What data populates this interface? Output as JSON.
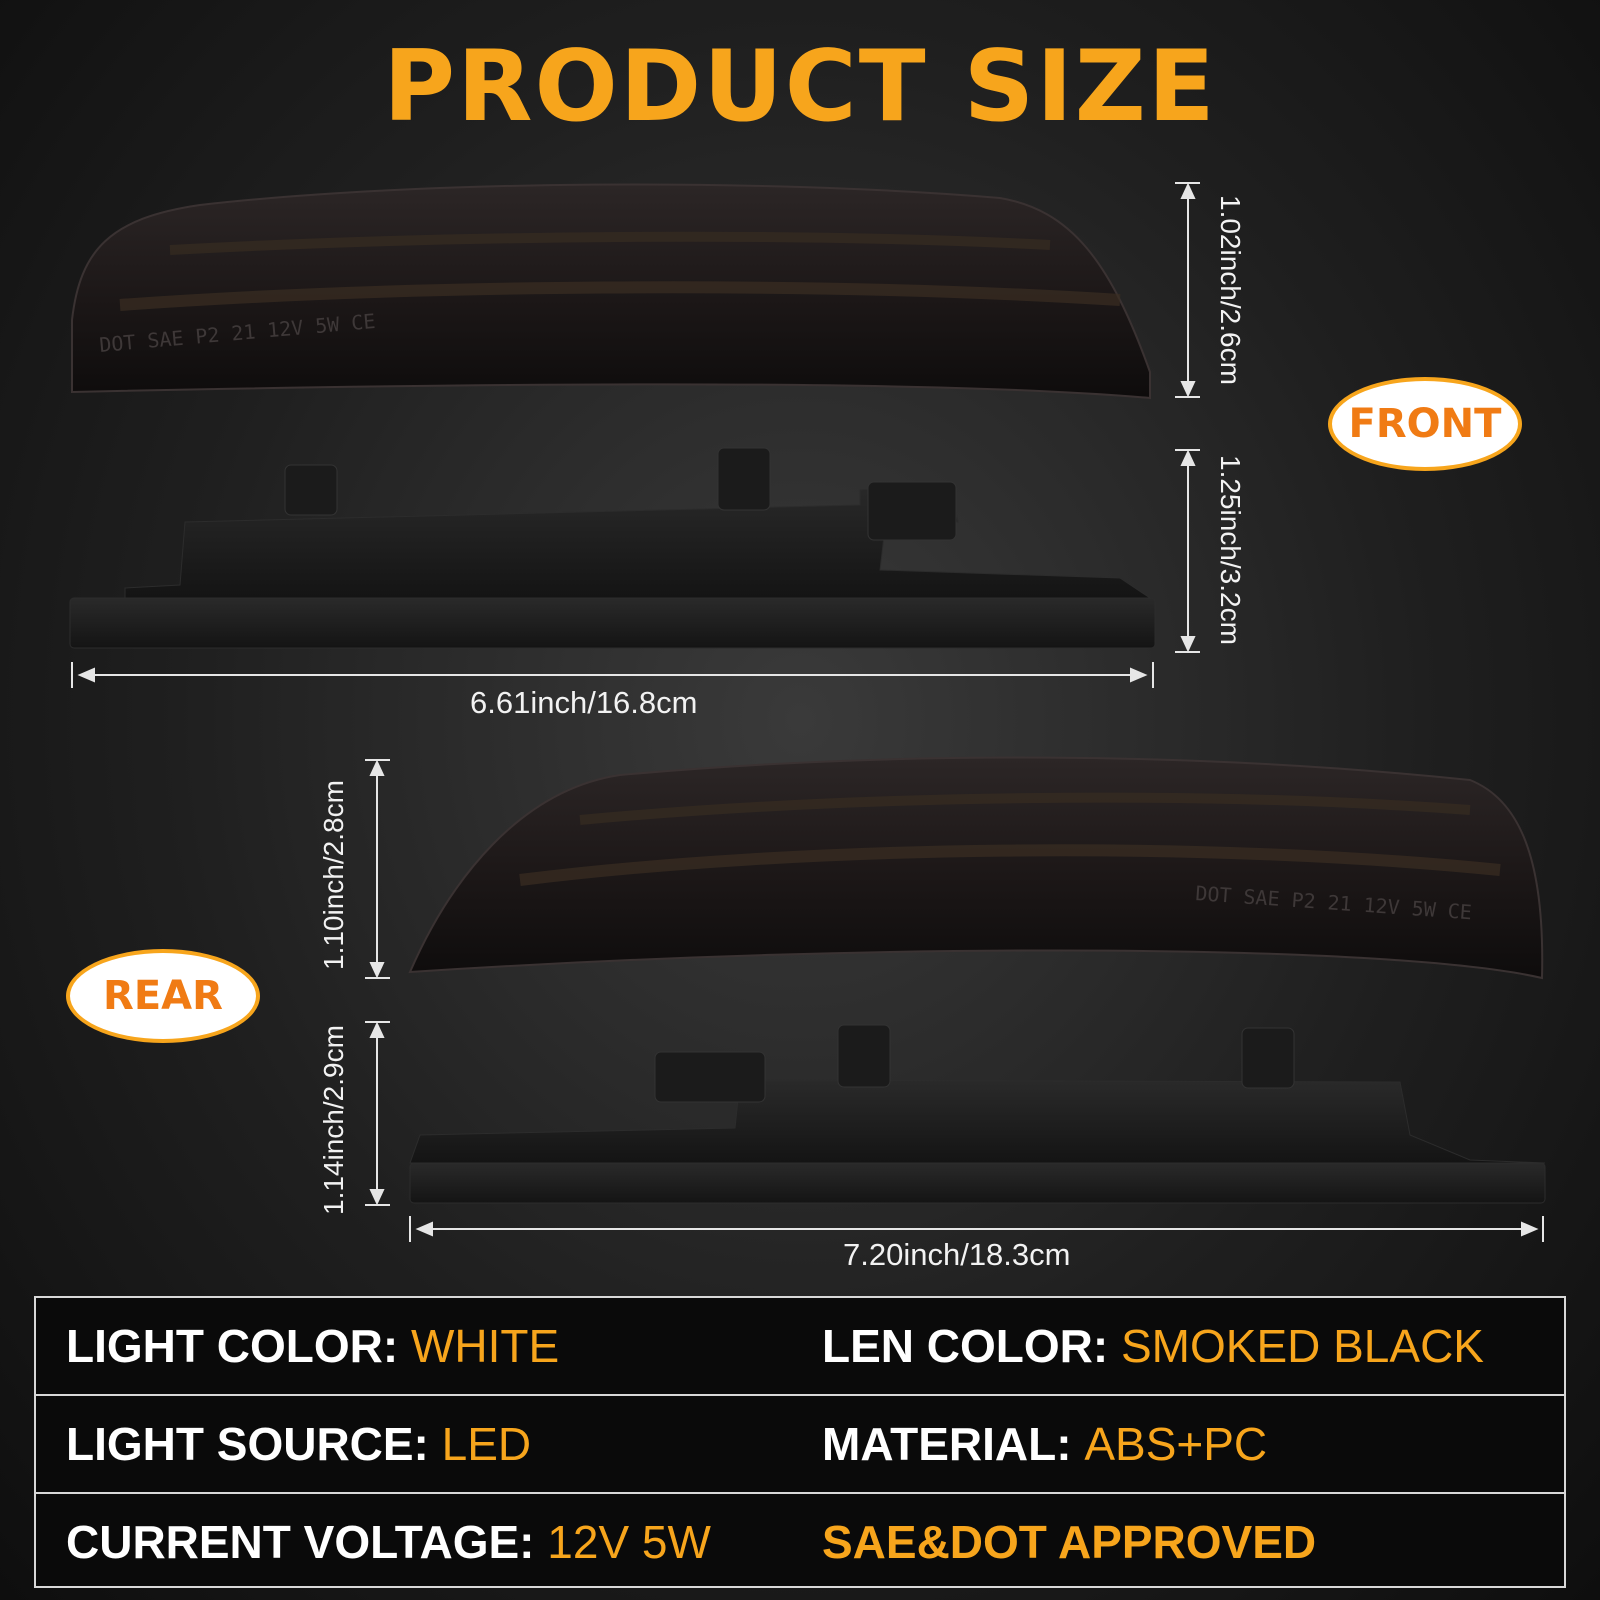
{
  "title": "PRODUCT SIZE",
  "badges": {
    "front": "FRONT",
    "rear": "REAR"
  },
  "front": {
    "lens_height": "1.02inch/2.6cm",
    "housing_height": "1.25inch/3.2cm",
    "length": "6.61inch/16.8cm",
    "lens_marking": "DOT SAE P2 21 12V 5W CE"
  },
  "rear": {
    "lens_height": "1.10inch/2.8cm",
    "housing_height": "1.14inch/2.9cm",
    "length": "7.20inch/18.3cm",
    "lens_marking": "DOT SAE P2 21 12V 5W CE"
  },
  "specs": {
    "light_color_label": "LIGHT COLOR:",
    "light_color_value": "WHITE",
    "len_color_label": "LEN COLOR:",
    "len_color_value": "SMOKED BLACK",
    "light_source_label": "LIGHT SOURCE:",
    "light_source_value": "LED",
    "material_label": "MATERIAL:",
    "material_value": "ABS+PC",
    "voltage_label": "CURRENT VOLTAGE:",
    "voltage_value": "12V 5W",
    "approval": "SAE&DOT APPROVED"
  },
  "colors": {
    "accent": "#f7a51c",
    "badge_text": "#f07b14",
    "lens": "#1c1818",
    "housing": "#1a1a1a"
  }
}
